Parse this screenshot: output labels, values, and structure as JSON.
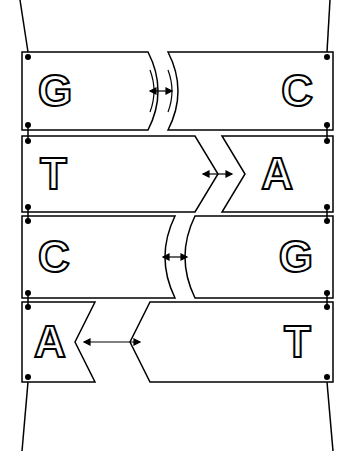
{
  "diagram": {
    "nodes": [
      {
        "text": [
          "G"
        ]
      },
      {
        "text": [
          "C"
        ]
      },
      {
        "text": [
          "T"
        ]
      },
      {
        "text": [
          "A"
        ]
      },
      {
        "text": [
          "C"
        ]
      },
      {
        "text": [
          "G"
        ]
      },
      {
        "text": [
          "A"
        ]
      },
      {
        "text": [
          "T"
        ]
      }
    ],
    "edges": [
      {
        "from": 0,
        "to": 2,
        "arrow": "none"
      },
      {
        "from": 2,
        "to": 4,
        "arrow": "none"
      },
      {
        "from": 4,
        "to": 6,
        "arrow": "none"
      },
      {
        "from": 1,
        "to": 3,
        "arrow": "none"
      },
      {
        "from": 3,
        "to": 5,
        "arrow": "none"
      },
      {
        "from": 5,
        "to": 7,
        "arrow": "none"
      }
    ]
  }
}
